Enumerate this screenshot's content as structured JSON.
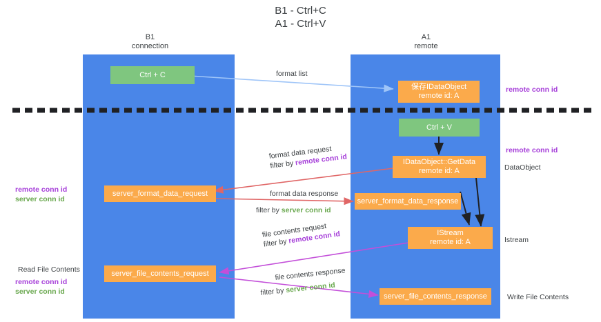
{
  "title": {
    "line1": "B1 - Ctrl+C",
    "line2": "A1 - Ctrl+V"
  },
  "lanes": [
    {
      "id": "b1",
      "name": "B1",
      "sub": "connection",
      "color": "#4a86e8"
    },
    {
      "id": "a1",
      "name": "A1",
      "sub": "remote",
      "color": "#4a86e8"
    }
  ],
  "nodes": [
    {
      "id": "ctrl-c",
      "line1": "Ctrl + C",
      "line2": "",
      "color": "#7fc67f"
    },
    {
      "id": "ctrl-v",
      "line1": "Ctrl + V",
      "line2": "",
      "color": "#7fc67f"
    },
    {
      "id": "idataobject-store",
      "line1": "保存IDataObject",
      "line2": "remote id: A",
      "color": "#fbaa4b"
    },
    {
      "id": "idataobject-getdata",
      "line1": "IDataObject::GetData",
      "line2": "remote id: A",
      "color": "#fbaa4b"
    },
    {
      "id": "istream",
      "line1": "IStream",
      "line2": "remote id: A",
      "color": "#fbaa4b"
    },
    {
      "id": "server-format-data-request",
      "line1": "server_format_data_request",
      "line2": "",
      "color": "#fbaa4b"
    },
    {
      "id": "server-format-data-response",
      "line1": "server_format_data_response",
      "line2": "",
      "color": "#fbaa4b"
    },
    {
      "id": "server-file-contents-request",
      "line1": "server_file_contents_request",
      "line2": "",
      "color": "#fbaa4b"
    },
    {
      "id": "server-file-contents-response",
      "line1": "server_file_contents_response",
      "line2": "",
      "color": "#fbaa4b"
    }
  ],
  "edges": [
    {
      "id": "format-list",
      "label": "format list",
      "filter_prefix": "",
      "filter_key": "",
      "color": "#9fc5f8"
    },
    {
      "id": "format-data-request",
      "label": "format data request",
      "filter_prefix": "filter by ",
      "filter_key": "remote conn id",
      "color": "#e06666"
    },
    {
      "id": "format-data-response",
      "label": "format data response",
      "filter_prefix": "filter by ",
      "filter_key": "server conn id",
      "color": "#e06666"
    },
    {
      "id": "file-contents-request",
      "label": "file contents request",
      "filter_prefix": "filter by ",
      "filter_key": "remote conn id",
      "color": "#c34fd9"
    },
    {
      "id": "file-contents-response",
      "label": "file contents response",
      "filter_prefix": "filter by ",
      "filter_key": "server conn id",
      "color": "#c34fd9"
    }
  ],
  "annotations_left": [
    {
      "id": "left-remote-conn-id",
      "text": "remote conn id",
      "style": "purple"
    },
    {
      "id": "left-server-conn-id",
      "text": "server conn id",
      "style": "green"
    },
    {
      "id": "read-file-contents",
      "text": "Read File Contents",
      "style": "plain"
    },
    {
      "id": "left2-remote-conn-id",
      "text": "remote conn id",
      "style": "purple"
    },
    {
      "id": "left2-server-conn-id",
      "text": "server conn id",
      "style": "green"
    }
  ],
  "annotations_right": [
    {
      "id": "right-remote-conn-id-top",
      "text": "remote conn id",
      "style": "purple"
    },
    {
      "id": "right-remote-conn-id-mid",
      "text": "remote conn id",
      "style": "purple"
    },
    {
      "id": "dataobject",
      "text": "DataObject",
      "style": "plain"
    },
    {
      "id": "istream-label",
      "text": "Istream",
      "style": "plain"
    },
    {
      "id": "write-file-contents",
      "text": "Write File Contents",
      "style": "plain"
    }
  ],
  "colors": {
    "lane": "#4a86e8",
    "green_node": "#7fc67f",
    "orange_node": "#fbaa4b",
    "purple": "#a63fd9",
    "green_text": "#6aa84f",
    "red_arrow": "#e06666",
    "purple_arrow": "#c34fd9",
    "blue_arrow": "#9fc5f8",
    "black_arrow": "#202124",
    "divider": "#202124"
  }
}
